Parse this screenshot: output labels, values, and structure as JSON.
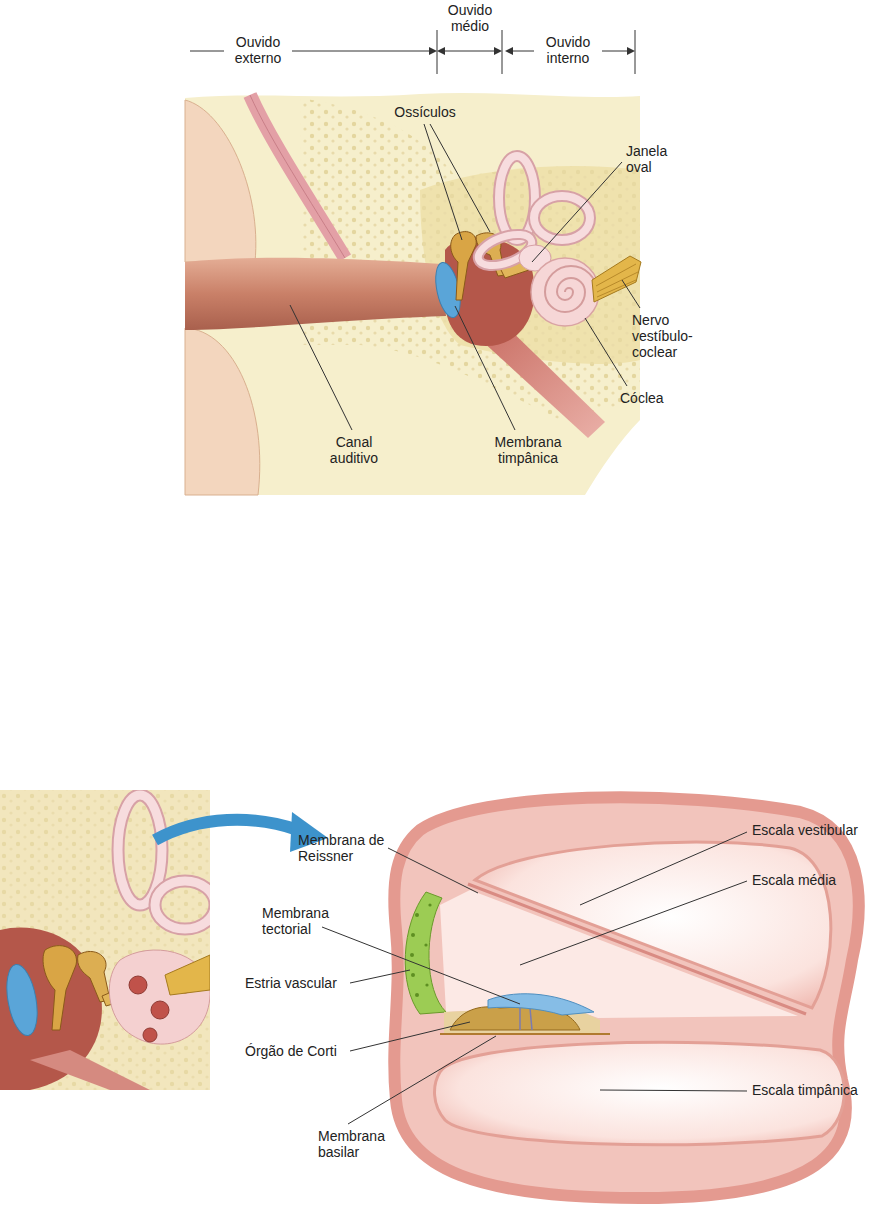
{
  "diagram": {
    "labels": [
      "Ouvido externo",
      "Ouvido médio",
      "Ouvido interno",
      "Ossículos",
      "Janela oval",
      "Nervo vestíbulo-coclear",
      "Cóclea",
      "Canal auditivo",
      "Membrana timpânica",
      "Membrana de Reissner",
      "Escala vestibular",
      "Membrana tectorial",
      "Escala média",
      "Estria vascular",
      "Órgão de Corti",
      "Escala timpânica",
      "Membrana basilar"
    ]
  }
}
